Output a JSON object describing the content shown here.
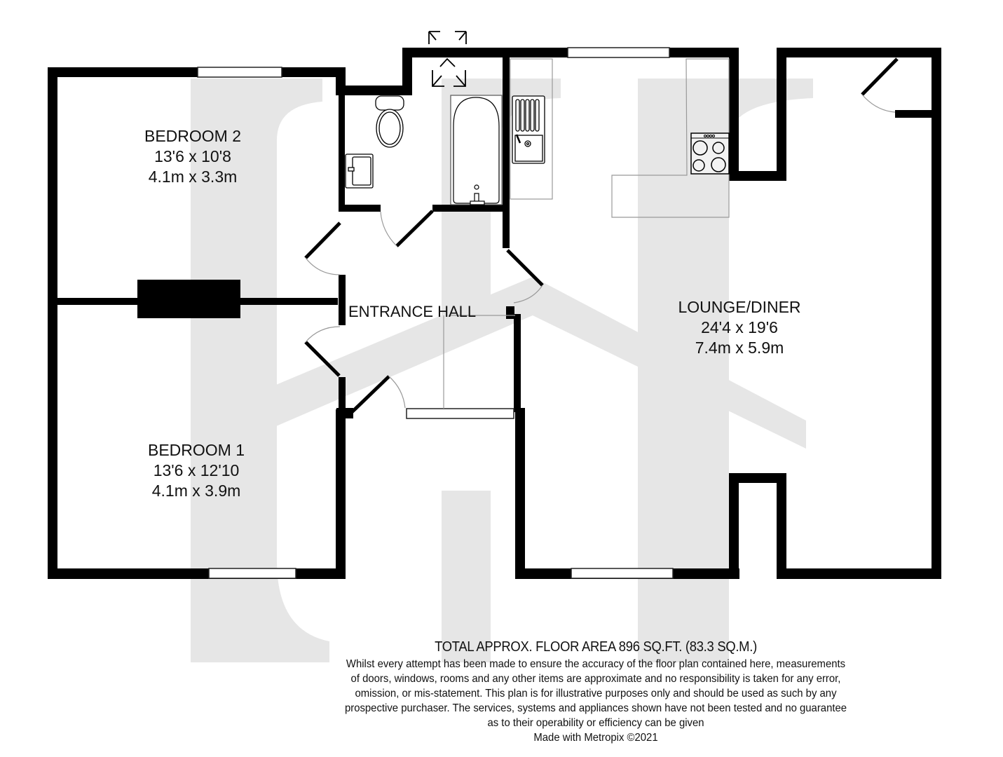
{
  "plan": {
    "colors": {
      "wall": "#000000",
      "watermark": "#e6e6e6",
      "fixture_line": "#999999",
      "window_fill": "#ffffff",
      "background": "#ffffff"
    },
    "rooms": [
      {
        "id": "bedroom-2",
        "name": "BEDROOM 2",
        "imperial": "13'6 x 10'8",
        "metric": "4.1m x 3.3m"
      },
      {
        "id": "bedroom-1",
        "name": "BEDROOM 1",
        "imperial": "13'6 x 12'10",
        "metric": "4.1m x 3.9m"
      },
      {
        "id": "entrance-hall",
        "name": "ENTRANCE HALL"
      },
      {
        "id": "lounge-diner",
        "name": "LOUNGE/DINER",
        "imperial": "24'4 x 19'6",
        "metric": "7.4m x 5.9m"
      }
    ],
    "fixtures": [
      "toilet-icon",
      "basin-icon",
      "bath-icon",
      "sink-icon",
      "hob-icon",
      "skylight-icon",
      "chimney-breast"
    ]
  },
  "footer": {
    "total_area": "TOTAL APPROX. FLOOR AREA 896 SQ.FT. (83.3 SQ.M.)",
    "disclaimer_lines": [
      "Whilst every attempt has been made to ensure the accuracy of the floor plan contained here, measurements",
      "of doors, windows, rooms and any other items are approximate and no responsibility is taken for any error,",
      "omission, or mis-statement. This plan is for illustrative purposes only and should be used as such by any",
      "prospective purchaser. The services, systems and appliances shown have not been tested and no guarantee",
      "as to their operability or efficiency can be given"
    ],
    "credit": "Made with Metropix ©2021"
  }
}
